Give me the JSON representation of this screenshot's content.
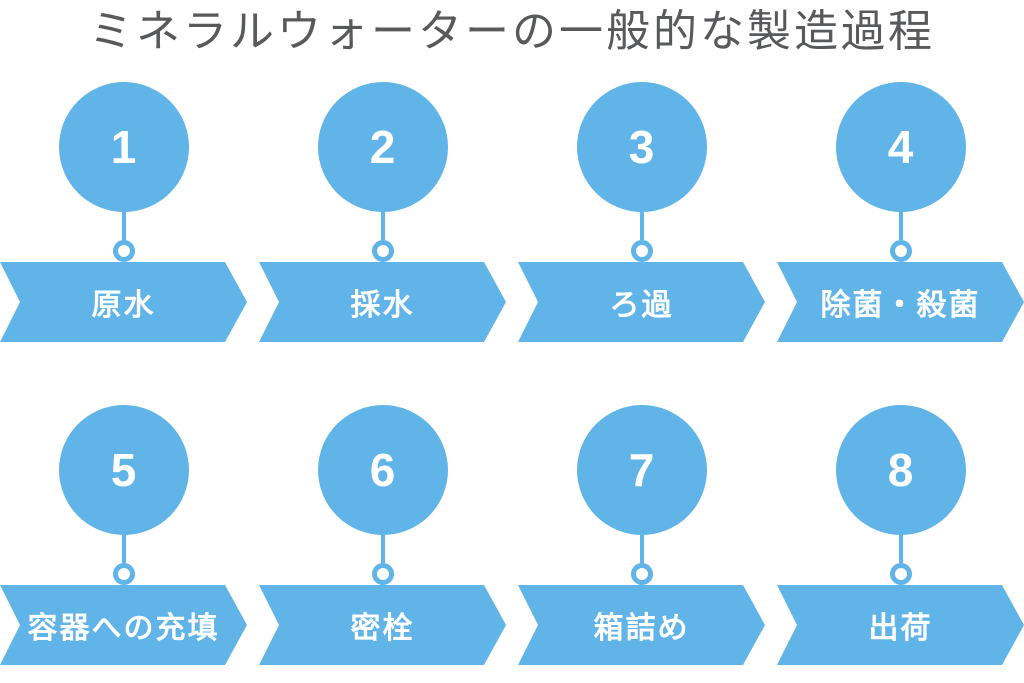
{
  "title": "ミネラルウォーターの一般的な製造過程",
  "colors": {
    "accent": "#60b4e8",
    "title_text": "#58595b",
    "label_text": "#ffffff",
    "background": "#ffffff"
  },
  "steps": [
    {
      "number": "1",
      "label": "原水"
    },
    {
      "number": "2",
      "label": "採水"
    },
    {
      "number": "3",
      "label": "ろ過"
    },
    {
      "number": "4",
      "label": "除菌・殺菌"
    },
    {
      "number": "5",
      "label": "容器への充填"
    },
    {
      "number": "6",
      "label": "密栓"
    },
    {
      "number": "7",
      "label": "箱詰め"
    },
    {
      "number": "8",
      "label": "出荷"
    }
  ]
}
